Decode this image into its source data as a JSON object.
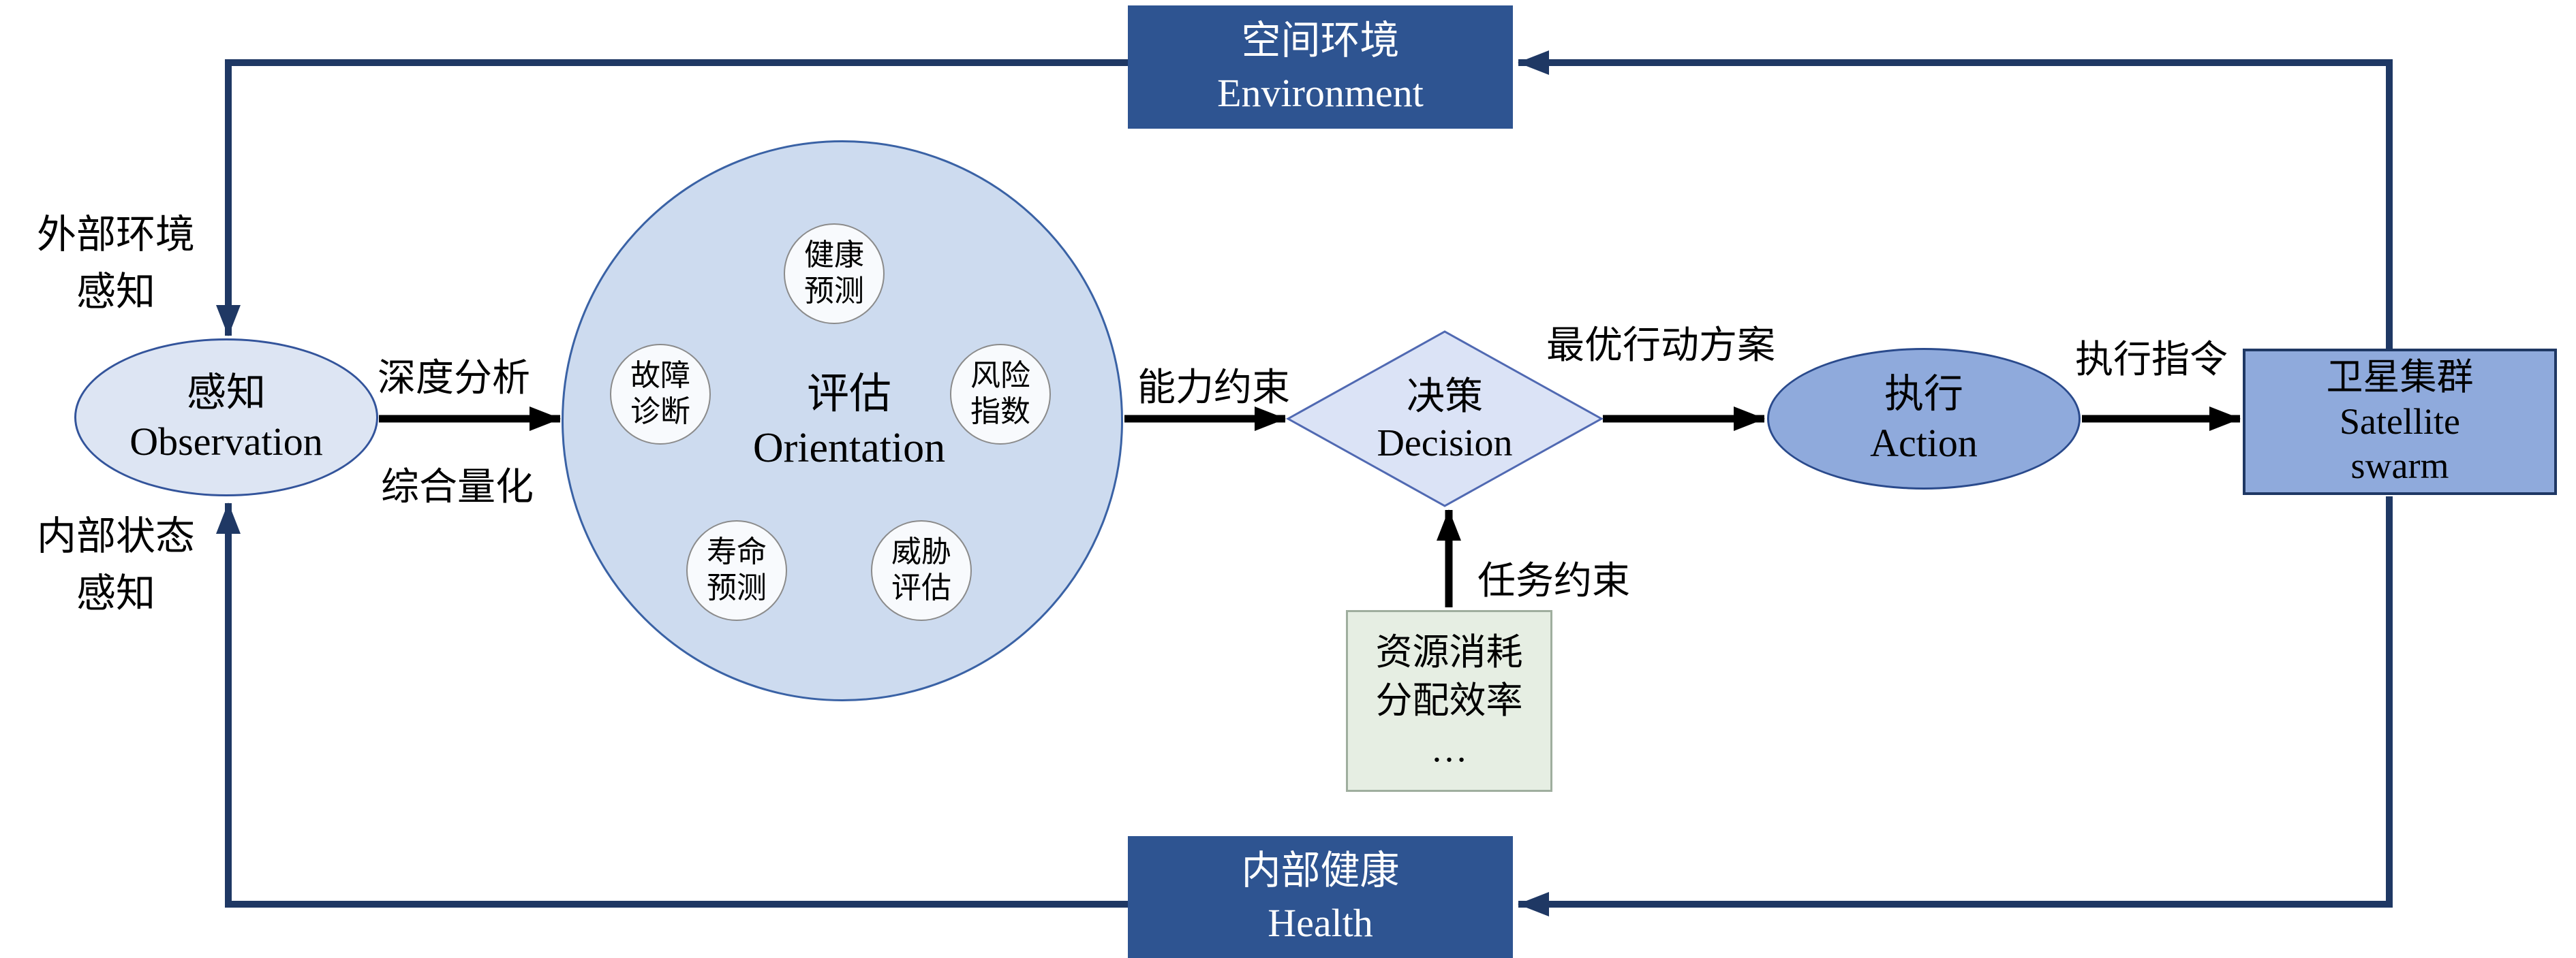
{
  "colors": {
    "navy": "#1f3864",
    "banner": "#2e5491",
    "node_blue": "#8faadc",
    "circle_fill": "#cddbef",
    "light_fill": "#dde5f3",
    "diamond_fill": "#dbe3f6",
    "resource_fill": "#e6eee3"
  },
  "nodes": {
    "environment": {
      "cn": "空间环境",
      "en": "Environment"
    },
    "health": {
      "cn": "内部健康",
      "en": "Health"
    },
    "observation": {
      "cn": "感知",
      "en": "Observation"
    },
    "orientation": {
      "cn": "评估",
      "en": "Orientation"
    },
    "decision": {
      "cn": "决策",
      "en": "Decision"
    },
    "action": {
      "cn": "执行",
      "en": "Action"
    },
    "satellite": {
      "cn": "卫星集群",
      "en1": "Satellite",
      "en2": "swarm"
    },
    "resource": {
      "line1": "资源消耗",
      "line2": "分配效率",
      "line3": "…"
    }
  },
  "sub_circles": [
    {
      "line1": "健康",
      "line2": "预测"
    },
    {
      "line1": "故障",
      "line2": "诊断"
    },
    {
      "line1": "风险",
      "line2": "指数"
    },
    {
      "line1": "寿命",
      "line2": "预测"
    },
    {
      "line1": "威胁",
      "line2": "评估"
    }
  ],
  "labels": {
    "external_sense_1": "外部环境",
    "external_sense_2": "感知",
    "internal_sense_1": "内部状态",
    "internal_sense_2": "感知",
    "deep_analysis": "深度分析",
    "quantify": "综合量化",
    "capability": "能力约束",
    "optimal_plan": "最优行动方案",
    "exec_cmd": "执行指令",
    "task_constraint": "任务约束"
  }
}
